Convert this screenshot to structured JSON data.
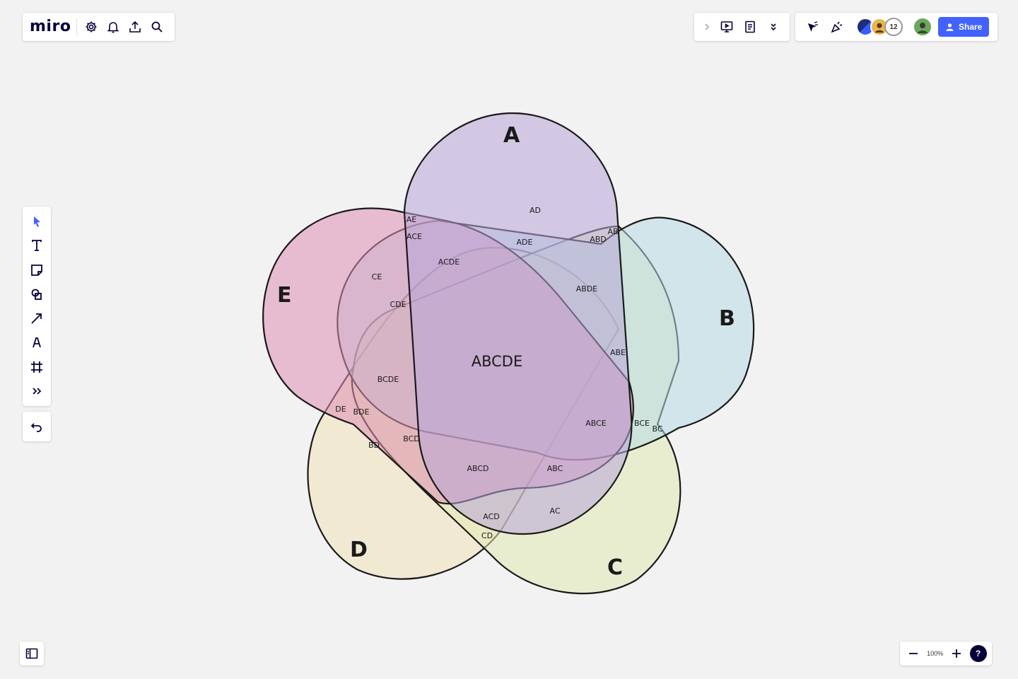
{
  "app": {
    "logo": "miro",
    "top_icons": [
      "gear-icon",
      "bell-icon",
      "upload-icon",
      "search-icon"
    ]
  },
  "toolbar_mid": {
    "icons": [
      "chevron-right-icon",
      "presentation-icon",
      "notes-icon",
      "double-chevron-down-icon"
    ]
  },
  "toolbar_right": {
    "icons": [
      "cursor-arrow-icon",
      "celebrate-icon"
    ],
    "collaborator_count": "12",
    "share_label": "Share"
  },
  "left_tools": [
    "select-icon",
    "text-icon",
    "sticky-note-icon",
    "shapes-icon",
    "arrow-line-icon",
    "pen-icon",
    "frame-icon",
    "more-tools-icon"
  ],
  "zoom": {
    "level": "100%",
    "help": "?"
  },
  "diagram": {
    "sets": {
      "A": {
        "label": "A",
        "color": "#b8a6d9"
      },
      "B": {
        "label": "B",
        "color": "#b6dbe3"
      },
      "C": {
        "label": "C",
        "color": "#e1eab4"
      },
      "D": {
        "label": "D",
        "color": "#f0e1b8"
      },
      "E": {
        "label": "E",
        "color": "#e090b5"
      }
    },
    "regions": {
      "AE": "AE",
      "ACE": "ACE",
      "AD": "AD",
      "ADE": "ADE",
      "AB": "AB",
      "ABD": "ABD",
      "ACDE": "ACDE",
      "CE": "CE",
      "CDE": "CDE",
      "ABDE": "ABDE",
      "ABE": "ABE",
      "ABCDE": "ABCDE",
      "BCDE": "BCDE",
      "DE": "DE",
      "BDE": "BDE",
      "BD": "BD",
      "BCD": "BCD",
      "ABCD": "ABCD",
      "ABC": "ABC",
      "ABCE": "ABCE",
      "BCE": "BCE",
      "BC": "BC",
      "AC": "AC",
      "ACD": "ACD",
      "CD": "CD"
    }
  }
}
